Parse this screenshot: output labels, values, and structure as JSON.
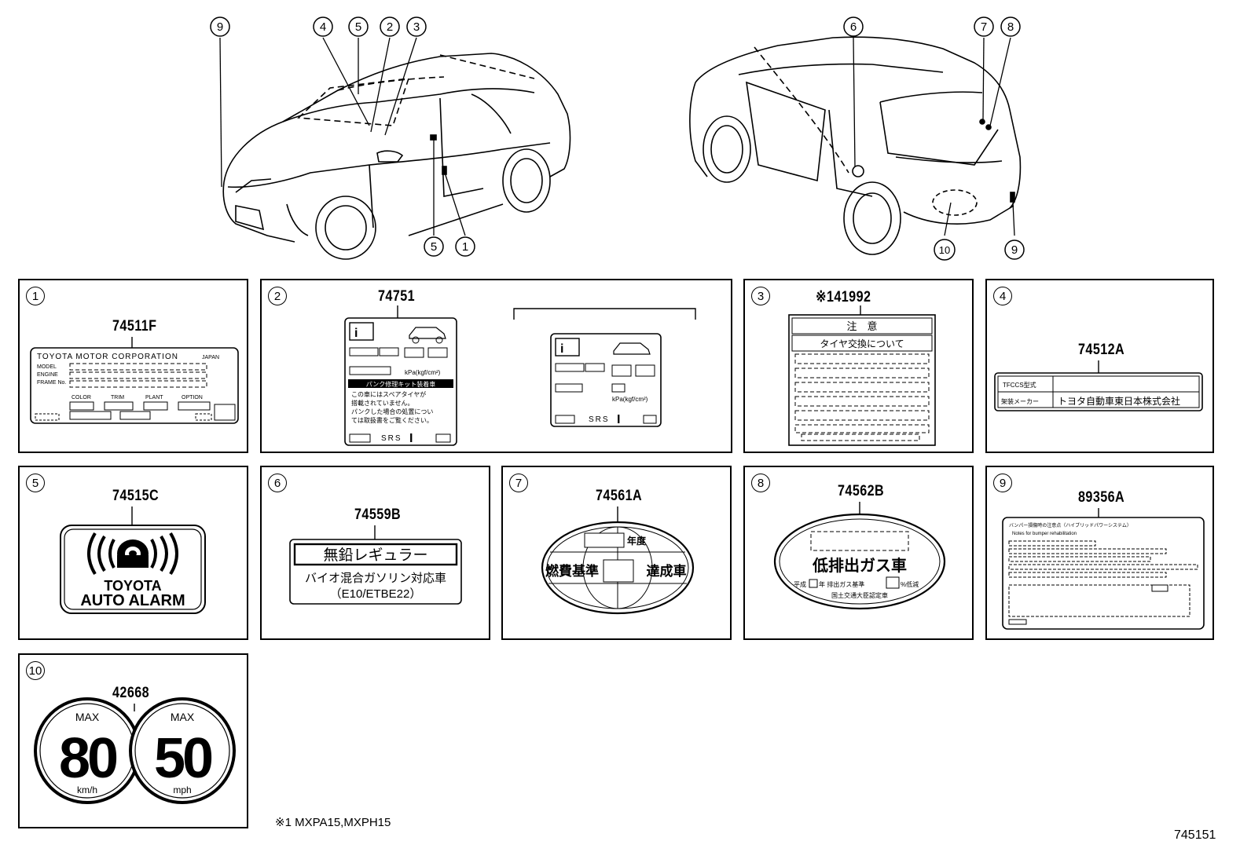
{
  "callouts": {
    "front": [
      "9",
      "4",
      "5",
      "2",
      "3",
      "5",
      "1"
    ],
    "rear": [
      "6",
      "7",
      "8",
      "10",
      "9"
    ]
  },
  "panels": [
    {
      "num": "1",
      "part": "74511F"
    },
    {
      "num": "2",
      "part": "74751"
    },
    {
      "num": "3",
      "part": "※141992"
    },
    {
      "num": "4",
      "part": "74512A"
    },
    {
      "num": "5",
      "part": "74515C"
    },
    {
      "num": "6",
      "part": "74559B"
    },
    {
      "num": "7",
      "part": "74561A"
    },
    {
      "num": "8",
      "part": "74562B"
    },
    {
      "num": "9",
      "part": "89356A"
    },
    {
      "num": "10",
      "part": "42668"
    }
  ],
  "label1": {
    "company": "TOYOTA MOTOR CORPORATION",
    "country": "JAPAN",
    "rows": [
      "MODEL",
      "ENGINE",
      "FRAME No."
    ],
    "fields": [
      "COLOR",
      "TRIM",
      "PLANT",
      "OPTION"
    ]
  },
  "label2": {
    "pressure_unit": "kPa(kgf/cm²)",
    "kit_banner": "パンク修理キット装着車",
    "kit_text": [
      "この車にはスペアタイヤが",
      "搭載されていません。",
      "パンクした場合の処置につい",
      "ては取扱書をご覧ください。"
    ],
    "srs": "SRS"
  },
  "label3": {
    "header": "注　意",
    "subheader": "タイヤ交換について"
  },
  "label4": {
    "row1": "TFCCS型式",
    "row2_label": "架装メーカー",
    "row2_value": "トヨタ自動車東日本株式会社"
  },
  "label5": {
    "line1": "TOYOTA",
    "line2": "AUTO ALARM"
  },
  "label6": {
    "line1": "無鉛レギュラー",
    "line2": "バイオ混合ガソリン対応車",
    "line3": "（E10/ETBE22）"
  },
  "label7": {
    "year": "年度",
    "left": "燃費基準",
    "right": "達成車"
  },
  "label8": {
    "main": "低排出ガス車",
    "sub_left": "平成",
    "sub_mid": "年 排出ガス基準",
    "sub_right": "%低減",
    "footer": "国土交通大臣認定車"
  },
  "label9": {
    "line1": "バンパー損傷時の注意点（ハイブリッドパワーシステム）",
    "line2": "Notes for bumper rehabilitation"
  },
  "label10": {
    "left_top": "MAX",
    "left_value": "80",
    "left_unit": "km/h",
    "right_top": "MAX",
    "right_value": "50",
    "right_unit": "mph"
  },
  "footnote": "※1 MXPA15,MXPH15",
  "page_code": "745151"
}
